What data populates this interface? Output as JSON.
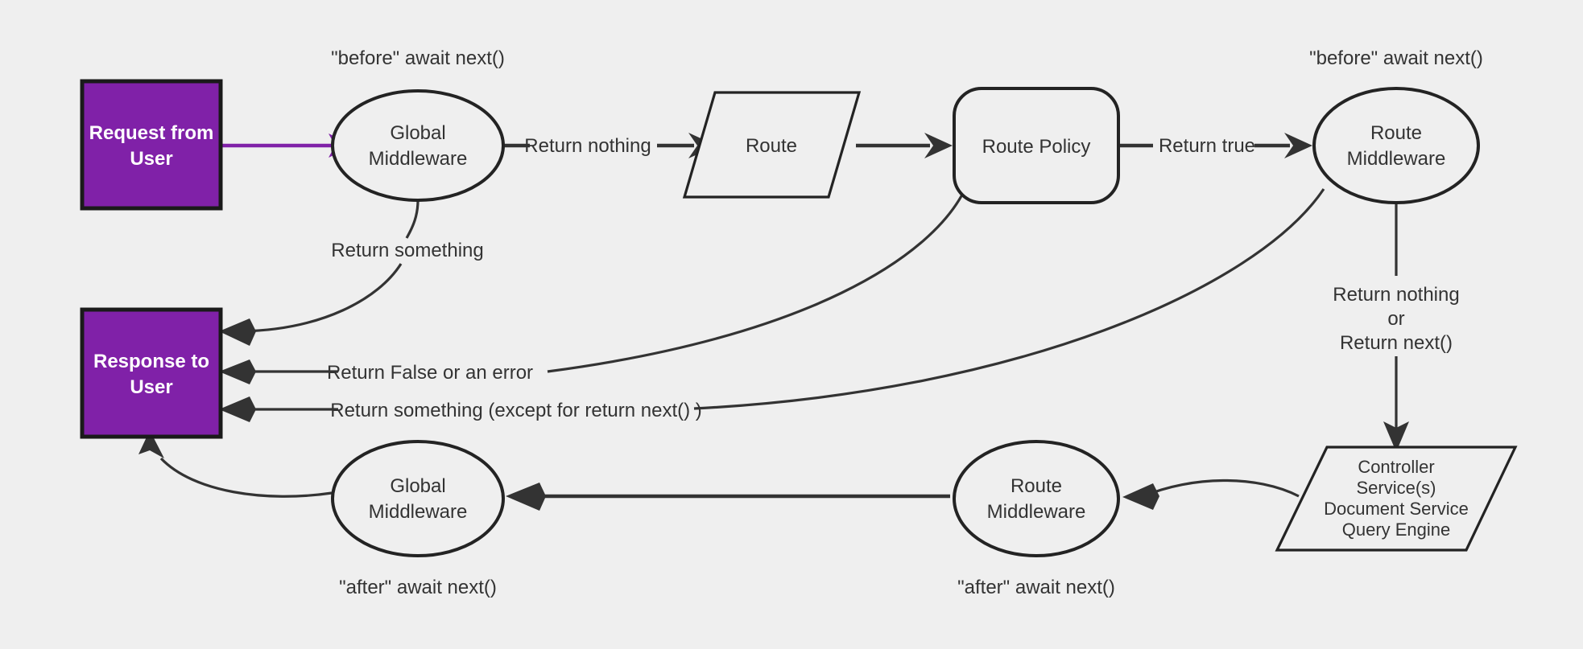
{
  "diagram": {
    "title": "Request / Response middleware lifecycle",
    "background_color": "#efefef",
    "accent_color": "#8021a8",
    "stroke_color": "#333333",
    "nodes": {
      "request_from_user": {
        "line1": "Request from",
        "line2": "User",
        "shape": "rectangle"
      },
      "global_middleware_before": {
        "line1": "Global",
        "line2": "Middleware",
        "shape": "ellipse"
      },
      "route": {
        "line1": "Route",
        "shape": "parallelogram"
      },
      "route_policy": {
        "line1": "Route Policy",
        "shape": "rounded-rectangle"
      },
      "route_middleware_before": {
        "line1": "Route",
        "line2": "Middleware",
        "shape": "ellipse"
      },
      "response_to_user": {
        "line1": "Response to",
        "line2": "User",
        "shape": "rectangle"
      },
      "controller": {
        "line1": "Controller",
        "line2": "Service(s)",
        "line3": "Document Service",
        "line4": "Query Engine",
        "shape": "parallelogram"
      },
      "route_middleware_after": {
        "line1": "Route",
        "line2": "Middleware",
        "shape": "ellipse"
      },
      "global_middleware_after": {
        "line1": "Global",
        "line2": "Middleware",
        "shape": "ellipse"
      }
    },
    "annotations": {
      "before_await_next_global": "\"before\" await next()",
      "before_await_next_route": "\"before\" await next()",
      "after_await_next_global": "\"after\" await next()",
      "after_await_next_route": "\"after\" await next()"
    },
    "edge_labels": {
      "return_nothing": "Return nothing",
      "return_true": "Return true",
      "return_something": "Return something",
      "return_false_or_error": "Return False or an error",
      "return_something_except_next": "Return something (except for return next() )",
      "return_nothing_or_next_line1": "Return nothing",
      "return_nothing_or_next_line2": "or",
      "return_nothing_or_next_line3": "Return next()"
    }
  }
}
